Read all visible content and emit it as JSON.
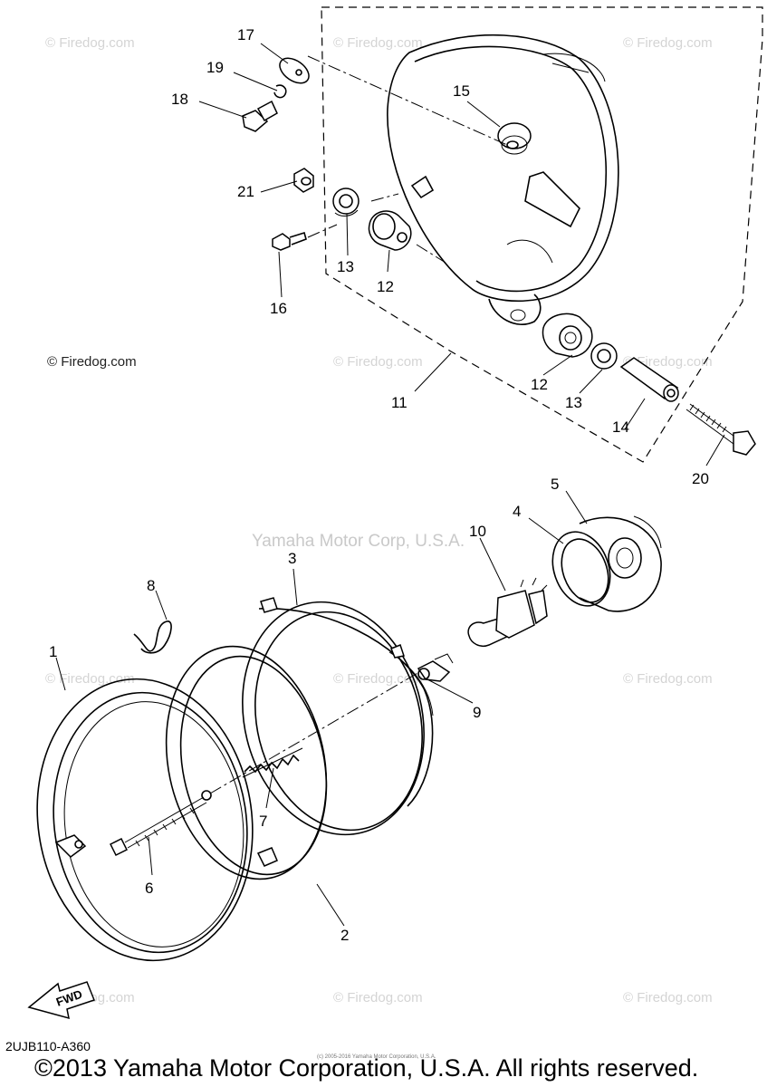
{
  "diagram": {
    "part_labels": {
      "p1": "1",
      "p2": "2",
      "p3": "3",
      "p4": "4",
      "p5": "5",
      "p6": "6",
      "p7": "7",
      "p8": "8",
      "p9": "9",
      "p10": "10",
      "p11": "11",
      "p12a": "12",
      "p12b": "12",
      "p13a": "13",
      "p13b": "13",
      "p14": "14",
      "p15": "15",
      "p16": "16",
      "p17": "17",
      "p18": "18",
      "p19": "19",
      "p20": "20",
      "p21": "21"
    },
    "watermark": "© Firedog.com",
    "watermark_dark": "© Firedog.com",
    "corp_watermark": "Yamaha Motor Corp, U.S.A.",
    "fwd_label": "FWD",
    "diagram_code": "2UJB110-A360",
    "tiny_notice": "(c) 2005-2016 Yamaha Motor Corporation, U.S.A.",
    "copyright": "©2013 Yamaha Motor Corporation, U.S.A. All rights reserved."
  }
}
